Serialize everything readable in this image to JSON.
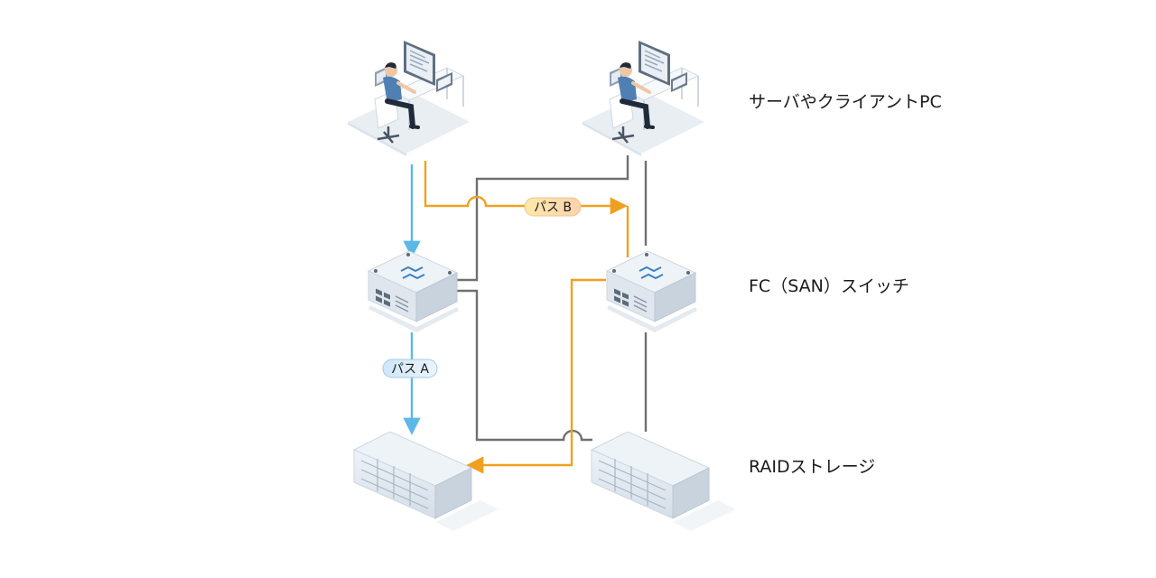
{
  "labels": {
    "servers": "サーバやクライアントPC",
    "switches": "FC（SAN）スイッチ",
    "storage": "RAIDストレージ"
  },
  "paths": {
    "a": "パス A",
    "b": "パス B"
  },
  "nodes": {
    "server_left": "workstation-icon",
    "server_right": "workstation-icon",
    "switch_left": "network-switch-icon",
    "switch_right": "network-switch-icon",
    "storage_left": "raid-storage-icon",
    "storage_right": "raid-storage-icon"
  },
  "colors": {
    "path_a": "#5bb8e8",
    "path_b": "#f0a020",
    "idle_line": "#707070"
  }
}
